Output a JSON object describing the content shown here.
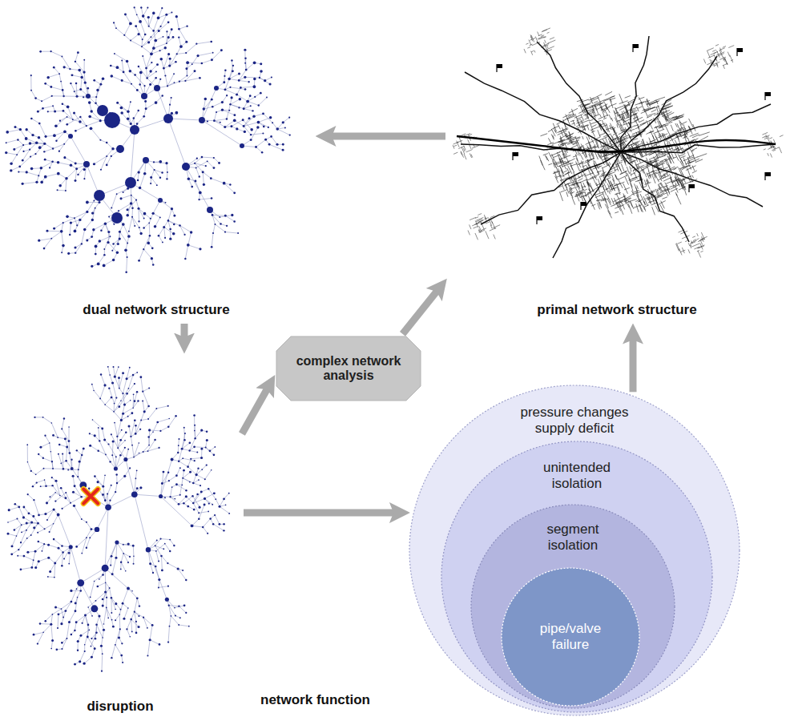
{
  "diagram": {
    "nodes": [
      {
        "text": [
          "dual network structure"
        ]
      },
      {
        "text": [
          "primal network structure"
        ]
      },
      {
        "text": [
          "complex network analysis"
        ]
      },
      {
        "text": [
          "disruption"
        ]
      },
      {
        "text": [
          "network function",
          "pressure changes supply deficit"
        ]
      },
      {
        "text": [
          "unintended isolation"
        ],
        "in": 4
      },
      {
        "text": [
          "segment isolation"
        ],
        "in": 5
      },
      {
        "text": [
          "pipe/valve failure"
        ],
        "in": 6
      }
    ],
    "edges": [
      {
        "from": 1,
        "to": 0,
        "arrow": "to"
      },
      {
        "from": 0,
        "to": 3,
        "arrow": "to"
      },
      {
        "from": 3,
        "to": 2,
        "arrow": "to"
      },
      {
        "from": 2,
        "to": 1,
        "arrow": "to"
      },
      {
        "from": 3,
        "to": 4,
        "arrow": "to"
      },
      {
        "from": 4,
        "to": 1,
        "arrow": "to"
      }
    ]
  }
}
